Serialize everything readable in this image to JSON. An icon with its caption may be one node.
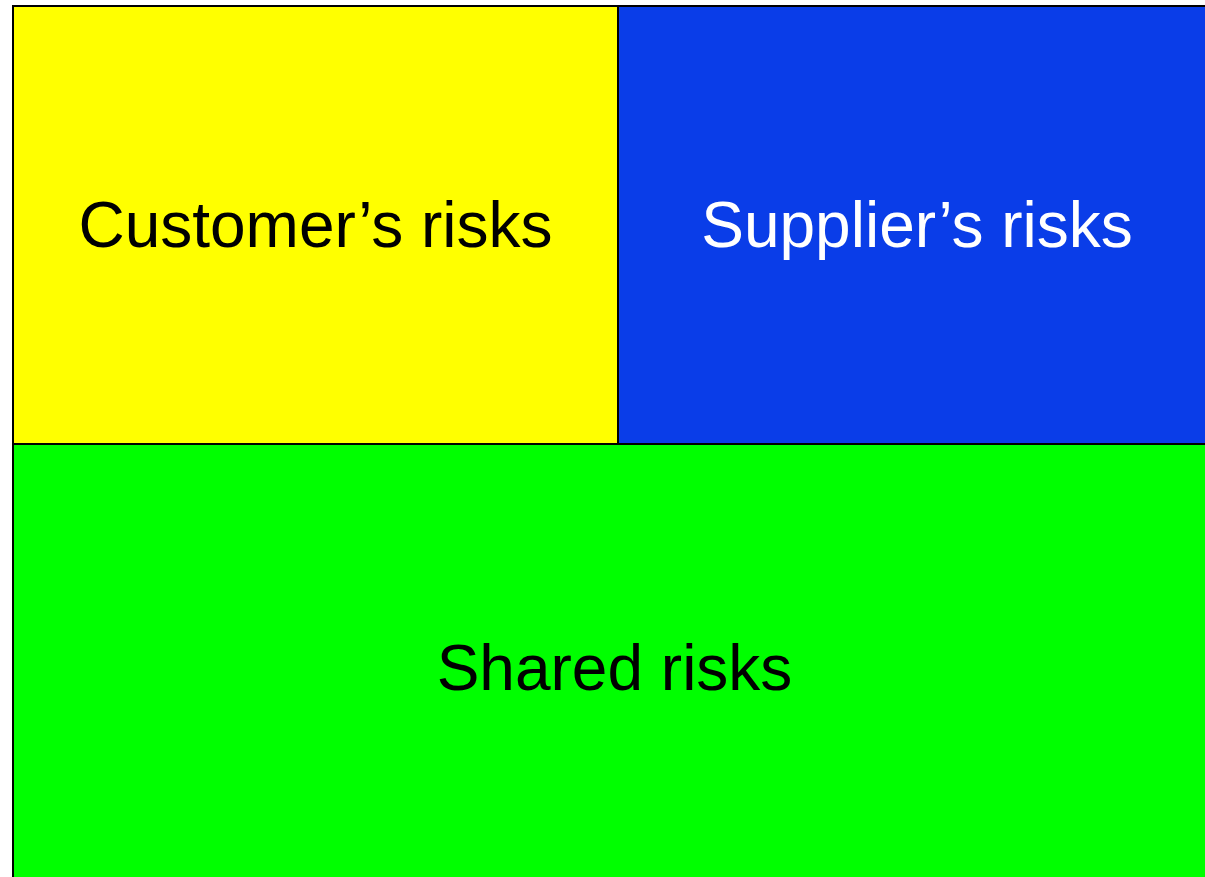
{
  "diagram": {
    "nodes": [
      {
        "text": [
          "Customer’s risks"
        ]
      },
      {
        "text": [
          "Supplier’s risks"
        ]
      },
      {
        "text": [
          "Shared risks"
        ]
      }
    ]
  }
}
